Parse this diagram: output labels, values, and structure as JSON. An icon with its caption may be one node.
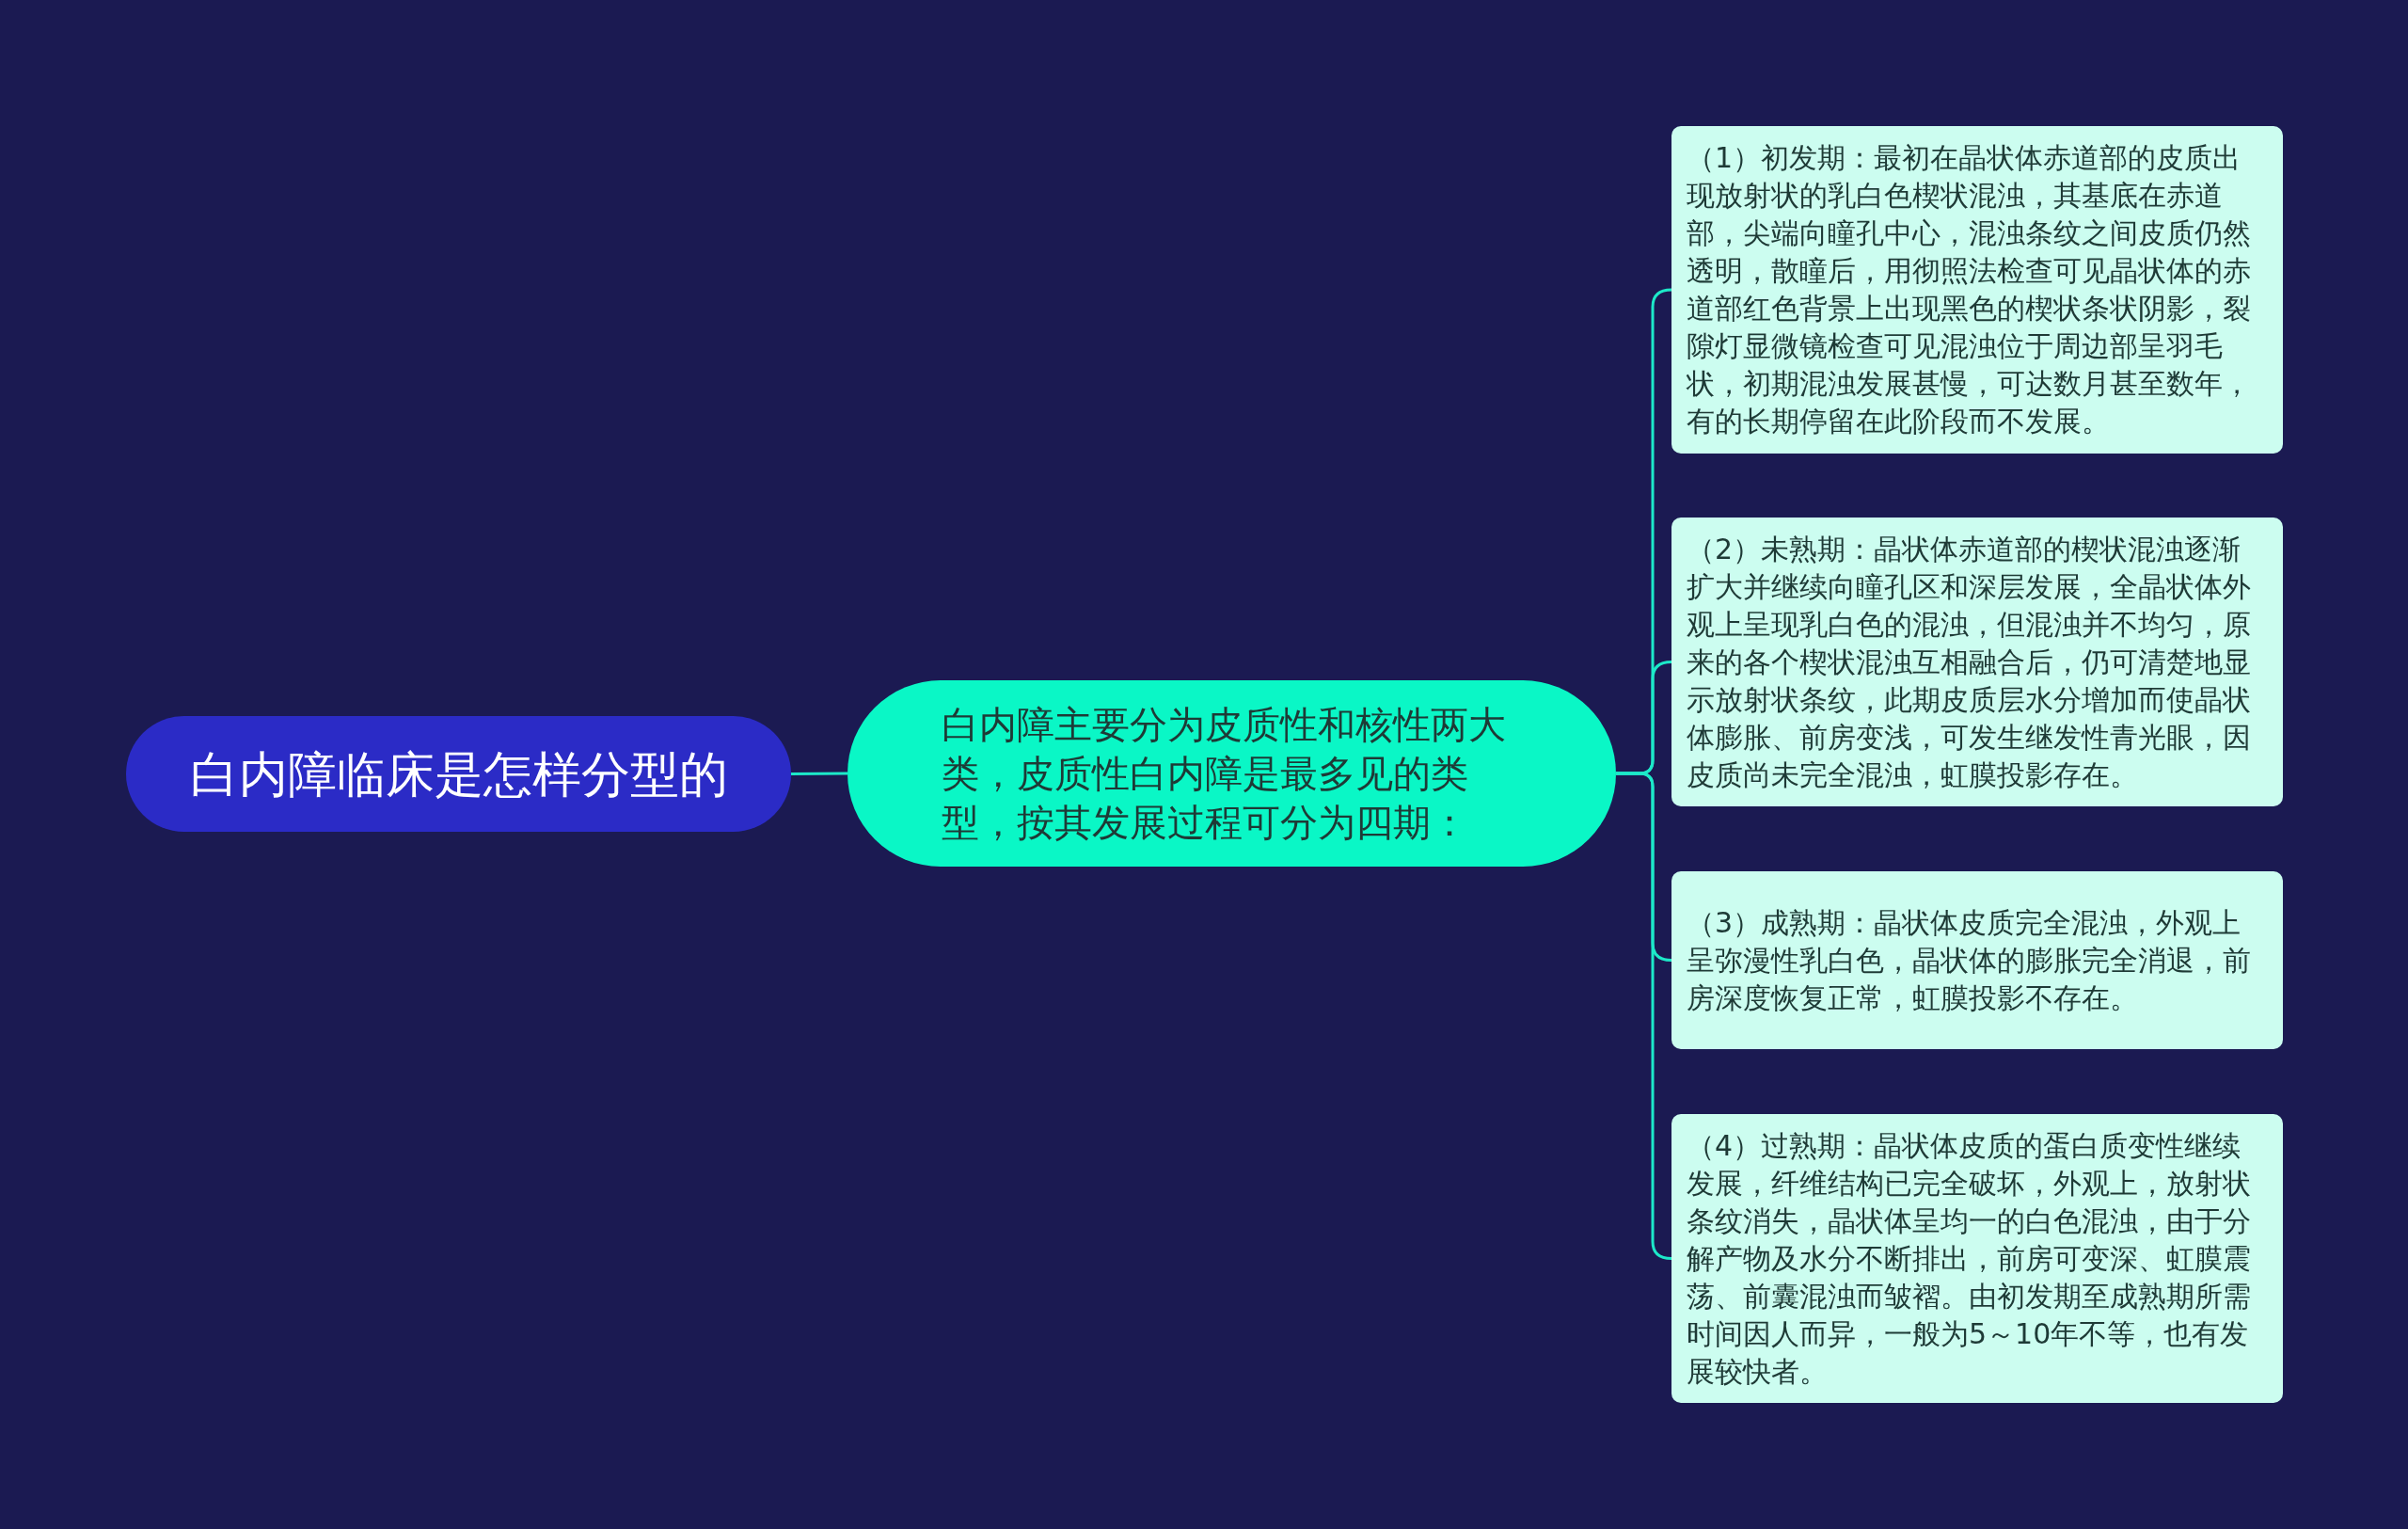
{
  "diagram": {
    "nodes": [
      {
        "text": [
          "白内障临床是怎样分型的"
        ]
      },
      {
        "text": [
          "白内障主要分为皮质性和核性两大类，皮质性白内障是最多见的类型，按其发展过程可分为四期："
        ]
      },
      {
        "text": [
          "（1）初发期：最初在晶状体赤道部的皮质出现放射状的乳白色楔状混浊，其基底在赤道部，尖端向瞳孔中心，混浊条纹之间皮质仍然透明，散瞳后，用彻照法检查可见晶状体的赤道部红色背景上出现黑色的楔状条状阴影，裂隙灯显微镜检查可见混浊位于周边部呈羽毛状，初期混浊发展甚慢，可达数月甚至数年，有的长期停留在此阶段而不发展。"
        ]
      },
      {
        "text": [
          "（2）未熟期：晶状体赤道部的楔状混浊逐渐扩大并继续向瞳孔区和深层发展，全晶状体外观上呈现乳白色的混浊，但混浊并不均匀，原来的各个楔状混浊互相融合后，仍可清楚地显示放射状条纹，此期皮质层水分增加而使晶状体膨胀、前房变浅，可发生继发性青光眼，因皮质尚未完全混浊，虹膜投影存在。"
        ]
      },
      {
        "text": [
          "（3）成熟期：晶状体皮质完全混浊，外观上呈弥漫性乳白色，晶状体的膨胀完全消退，前房深度恢复正常，虹膜投影不存在。"
        ]
      },
      {
        "text": [
          "（4）过熟期：晶状体皮质的蛋白质变性继续发展，纤维结构已完全破坏，外观上，放射状条纹消失，晶状体呈均一的白色混浊，由于分解产物及水分不断排出，前房可变深、虹膜震荡、前囊混浊而皱褶。由初发期至成熟期所需时间因人而异，一般为5～10年不等，也有发展较快者。"
        ]
      }
    ],
    "edges": [
      {
        "from": 0,
        "to": 1,
        "arrow": "none"
      },
      {
        "from": 1,
        "to": 2,
        "arrow": "none"
      },
      {
        "from": 1,
        "to": 3,
        "arrow": "none"
      },
      {
        "from": 1,
        "to": 4,
        "arrow": "none"
      },
      {
        "from": 1,
        "to": 5,
        "arrow": "none"
      }
    ]
  }
}
